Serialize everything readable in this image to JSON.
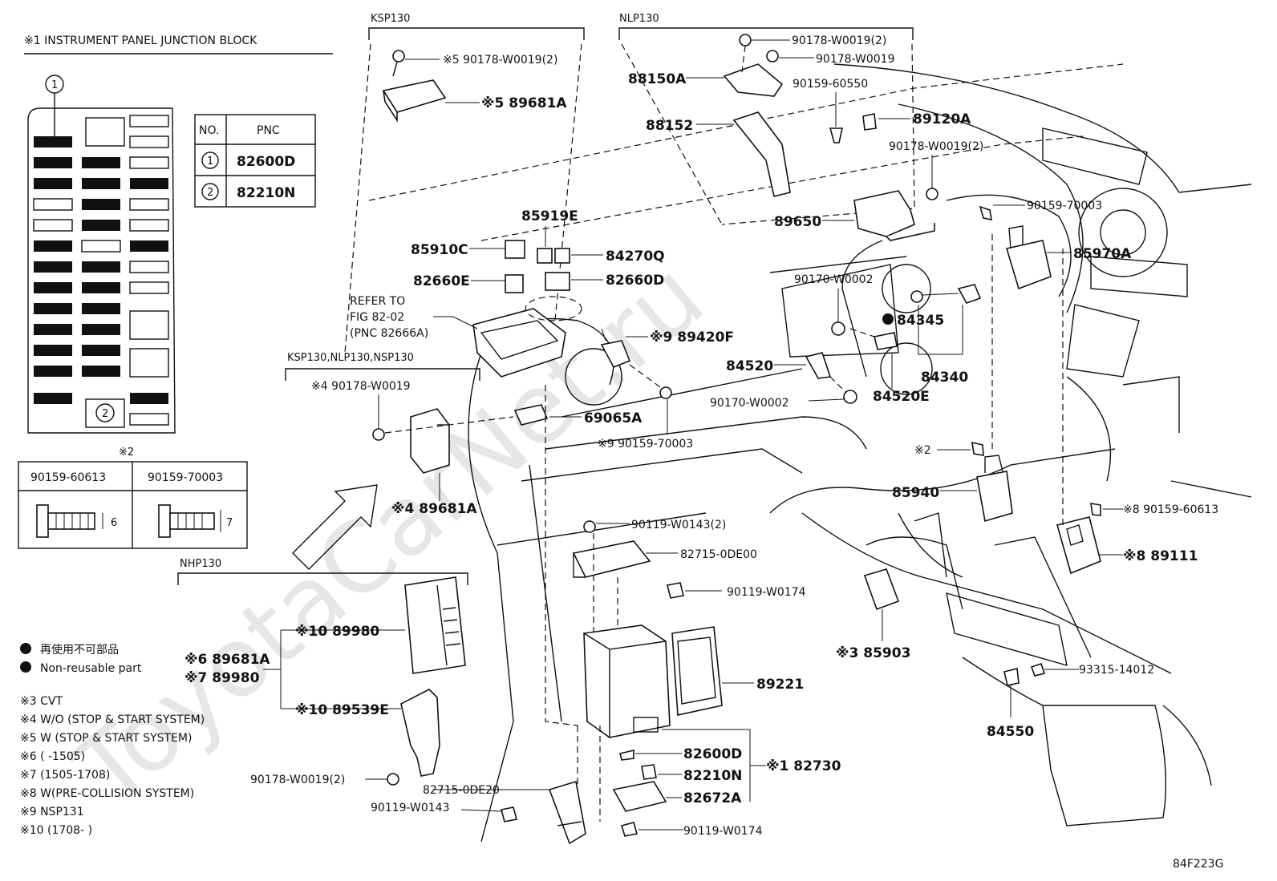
{
  "watermark": "ToyotaCarNet.ru",
  "diagram_code": "84F223G",
  "junction_block": {
    "title": "※1 INSTRUMENT PANEL JUNCTION BLOCK",
    "callout_1": "1",
    "callout_2": "2",
    "table_headers": [
      "NO.",
      "PNC"
    ],
    "table_rows": [
      {
        "no": "1",
        "pnc": "82600D"
      },
      {
        "no": "2",
        "pnc": "82210N"
      }
    ]
  },
  "bolt_table": {
    "note": "※2",
    "headers": [
      "90159-60613",
      "90159-70003"
    ],
    "dims": [
      "6",
      "7"
    ]
  },
  "group_labels": {
    "ksp130": "KSP130",
    "nlp130": "NLP130",
    "multi": "KSP130,NLP130,NSP130",
    "nhp130": "NHP130"
  },
  "refer": {
    "line1": "REFER TO",
    "line2": "FIG 82-02",
    "line3": "(PNC 82666A)"
  },
  "legend": {
    "jp": "再使用不可部品",
    "en": "Non-reusable part",
    "notes": [
      "※3 CVT",
      "※4 W/O (STOP & START SYSTEM)",
      "※5 W (STOP & START SYSTEM)",
      "※6 (      -1505)",
      "※7 (1505-1708)",
      "※8 W(PRE-COLLISION SYSTEM)",
      "※9 NSP131",
      "※10 (1708-      )"
    ]
  },
  "labels": {
    "p_90178_ksp": "※5 90178-W0019(2)",
    "p_89681a_ksp": "※5 89681A",
    "p_90178_nlp1": "90178-W0019(2)",
    "p_90178_nlp2": "90178-W0019",
    "p_88150a": "88150A",
    "p_90159_60550": "90159-60550",
    "p_88152": "88152",
    "p_89120a": "89120A",
    "p_90178_nlp3": "90178-W0019(2)",
    "p_89650": "89650",
    "p_90159_70003_r": "90159-70003",
    "p_85970a": "85970A",
    "p_85919e": "85919E",
    "p_85910c": "85910C",
    "p_84270q": "84270Q",
    "p_82660e": "82660E",
    "p_82660d": "82660D",
    "p_90170_a": "90170-W0002",
    "p_84345": "84345",
    "p_89420f": "※9 89420F",
    "p_84520": "84520",
    "p_84340": "84340",
    "p_90170_b": "90170-W0002",
    "p_84520e": "84520E",
    "p_90178_w4": "※4 90178-W0019",
    "p_69065a": "69065A",
    "p_90159_70003_9": "※9 90159-70003",
    "p_89681a_4": "※4 89681A",
    "p_x2": "※2",
    "p_85940": "85940",
    "p_90159_60613": "※8 90159-60613",
    "p_89111": "※8 89111",
    "p_90119_w0143_2": "90119-W0143(2)",
    "p_82715_0de00": "82715-0DE00",
    "p_90119_w0174_a": "90119-W0174",
    "p_89980_10": "※10 89980",
    "p_89681a_6": "※6 89681A",
    "p_89980_7": "※7 89980",
    "p_89539e": "※10 89539E",
    "p_85903": "※3 85903",
    "p_93315": "93315-14012",
    "p_84550": "84550",
    "p_89221": "89221",
    "p_82600d": "82600D",
    "p_82210n": "82210N",
    "p_82672a": "82672A",
    "p_82730": "※1 82730",
    "p_90178_bot": "90178-W0019(2)",
    "p_82715_0de20": "82715-0DE20",
    "p_90119_w0143": "90119-W0143",
    "p_90119_w0174_b": "90119-W0174"
  }
}
